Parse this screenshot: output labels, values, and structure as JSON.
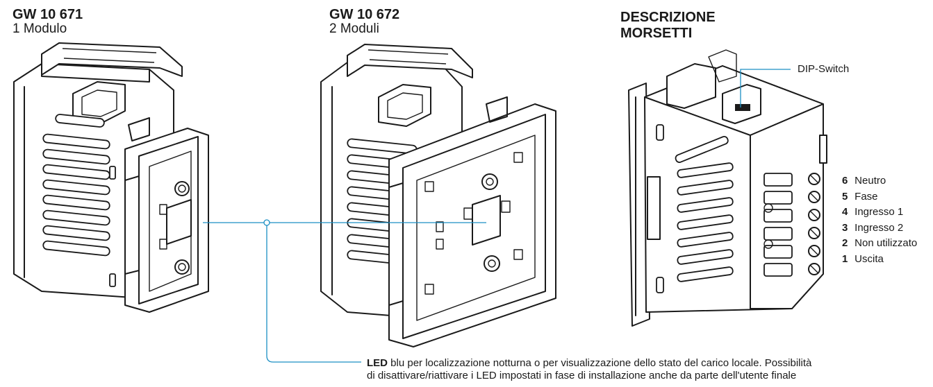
{
  "products": [
    {
      "code": "GW 10 671",
      "modules": "1 Modulo"
    },
    {
      "code": "GW 10 672",
      "modules": "2 Moduli"
    }
  ],
  "terminals_section": {
    "title_line1": "DESCRIZIONE",
    "title_line2": "MORSETTI",
    "dip_switch_label": "DIP-Switch",
    "terminals": [
      {
        "num": "6",
        "label": "Neutro"
      },
      {
        "num": "5",
        "label": "Fase"
      },
      {
        "num": "4",
        "label": "Ingresso 1"
      },
      {
        "num": "3",
        "label": "Ingresso 2"
      },
      {
        "num": "2",
        "label": "Non utilizzato"
      },
      {
        "num": "1",
        "label": "Uscita"
      }
    ]
  },
  "led_note": {
    "bold": "LED",
    "line1": " blu per localizzazione notturna o per visualizzazione dello stato del carico locale. Possibilità",
    "line2": "di disattivare/riattivare i LED impostati in fase di installazione anche da parte dell'utente finale"
  },
  "colors": {
    "leader": "#1b8fc4",
    "line_art": "#1a1a1a"
  }
}
